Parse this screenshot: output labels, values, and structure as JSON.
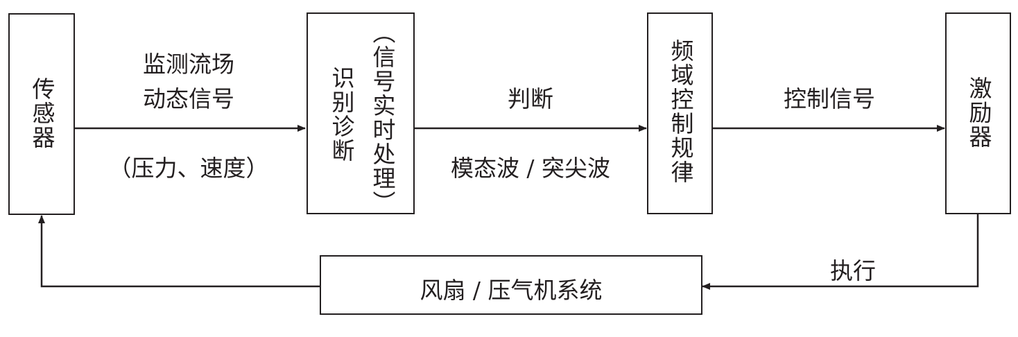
{
  "nodes": {
    "sensor": "传感器",
    "diagnosis": "识别诊断",
    "diagnosis_sub": "（信号实时处理）",
    "control_law": "频域控制规律",
    "actuator": "激励器",
    "plant": "风扇 / 压气机系统"
  },
  "edges": {
    "sensor_to_diag_top1": "监测流场",
    "sensor_to_diag_top2": "动态信号",
    "sensor_to_diag_bottom": "（压力、速度）",
    "diag_to_control_top": "判断",
    "diag_to_control_bottom": "模态波 / 突尖波",
    "control_to_actuator": "控制信号",
    "actuator_to_plant": "执行"
  }
}
